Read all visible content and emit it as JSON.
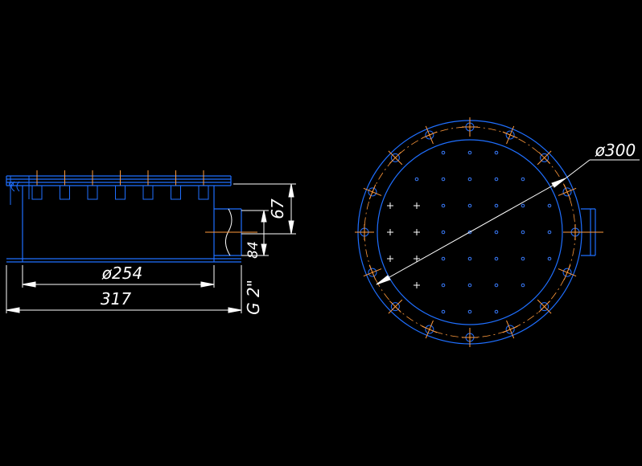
{
  "drawing": {
    "background": "#000000",
    "colors": {
      "outline": "#1f6fff",
      "dimension": "#ffffff",
      "center": "#ff9a3c",
      "hole": "#3a7dff"
    },
    "side_view": {
      "nozzle_count": 7,
      "dimensions": {
        "inner_diameter": "ø254",
        "overall_length": "317",
        "height": "67",
        "outlet_height": "84",
        "thread": "G 2\""
      }
    },
    "top_view": {
      "bolt_count": 16,
      "outer_diameter_label": "ø300"
    }
  }
}
